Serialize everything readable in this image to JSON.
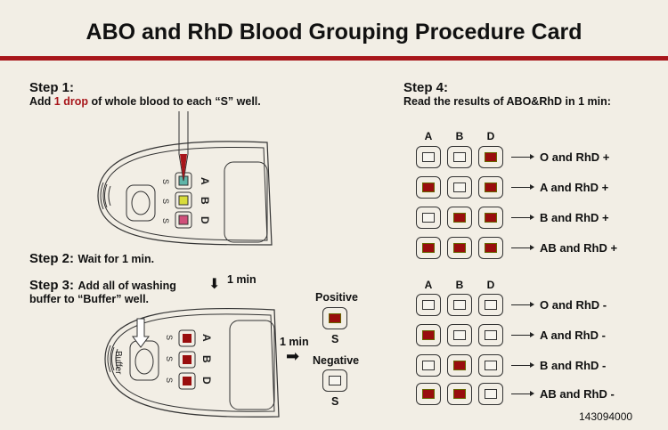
{
  "title": "ABO and RhD Blood Grouping Procedure Card",
  "step1": {
    "label": "Step 1:",
    "text_before": "Add ",
    "highlight": "1 drop",
    "text_after": " of whole blood to each “S” well."
  },
  "step2": {
    "label": "Step 2:",
    "text": "Wait for 1 min."
  },
  "step3": {
    "label": "Step 3:",
    "line1": "Add all of washing",
    "line2": "buffer to “Buffer” well."
  },
  "cassette": {
    "buffer": "Buffer",
    "s": "S",
    "wells": [
      "A",
      "B",
      "D"
    ]
  },
  "timer1": "1 min",
  "timer2": "1 min",
  "positive": {
    "label": "Positive",
    "s": "S"
  },
  "negative": {
    "label": "Negative",
    "s": "S"
  },
  "step4": {
    "label": "Step 4:",
    "text": "Read the results of ABO&RhD in 1 min:"
  },
  "columns": [
    "A",
    "B",
    "D"
  ],
  "groups": [
    [
      {
        "wells": [
          0,
          0,
          1
        ],
        "result": "O and RhD +"
      },
      {
        "wells": [
          1,
          0,
          1
        ],
        "result": "A and RhD +"
      },
      {
        "wells": [
          0,
          1,
          1
        ],
        "result": "B and RhD +"
      },
      {
        "wells": [
          1,
          1,
          1
        ],
        "result": "AB and RhD +"
      }
    ],
    [
      {
        "wells": [
          0,
          0,
          0
        ],
        "result": "O and RhD -"
      },
      {
        "wells": [
          1,
          0,
          0
        ],
        "result": "A and RhD -"
      },
      {
        "wells": [
          0,
          1,
          0
        ],
        "result": "B and RhD -"
      },
      {
        "wells": [
          1,
          1,
          0
        ],
        "result": "AB and RhD -"
      }
    ]
  ],
  "code": "143094000",
  "colors": {
    "accent": "#a8161b",
    "positive_well": "#990d0d",
    "well_A_reagent": "#5fb5a8",
    "well_B_reagent": "#d8dc3a",
    "well_D_reagent": "#d0507a"
  }
}
